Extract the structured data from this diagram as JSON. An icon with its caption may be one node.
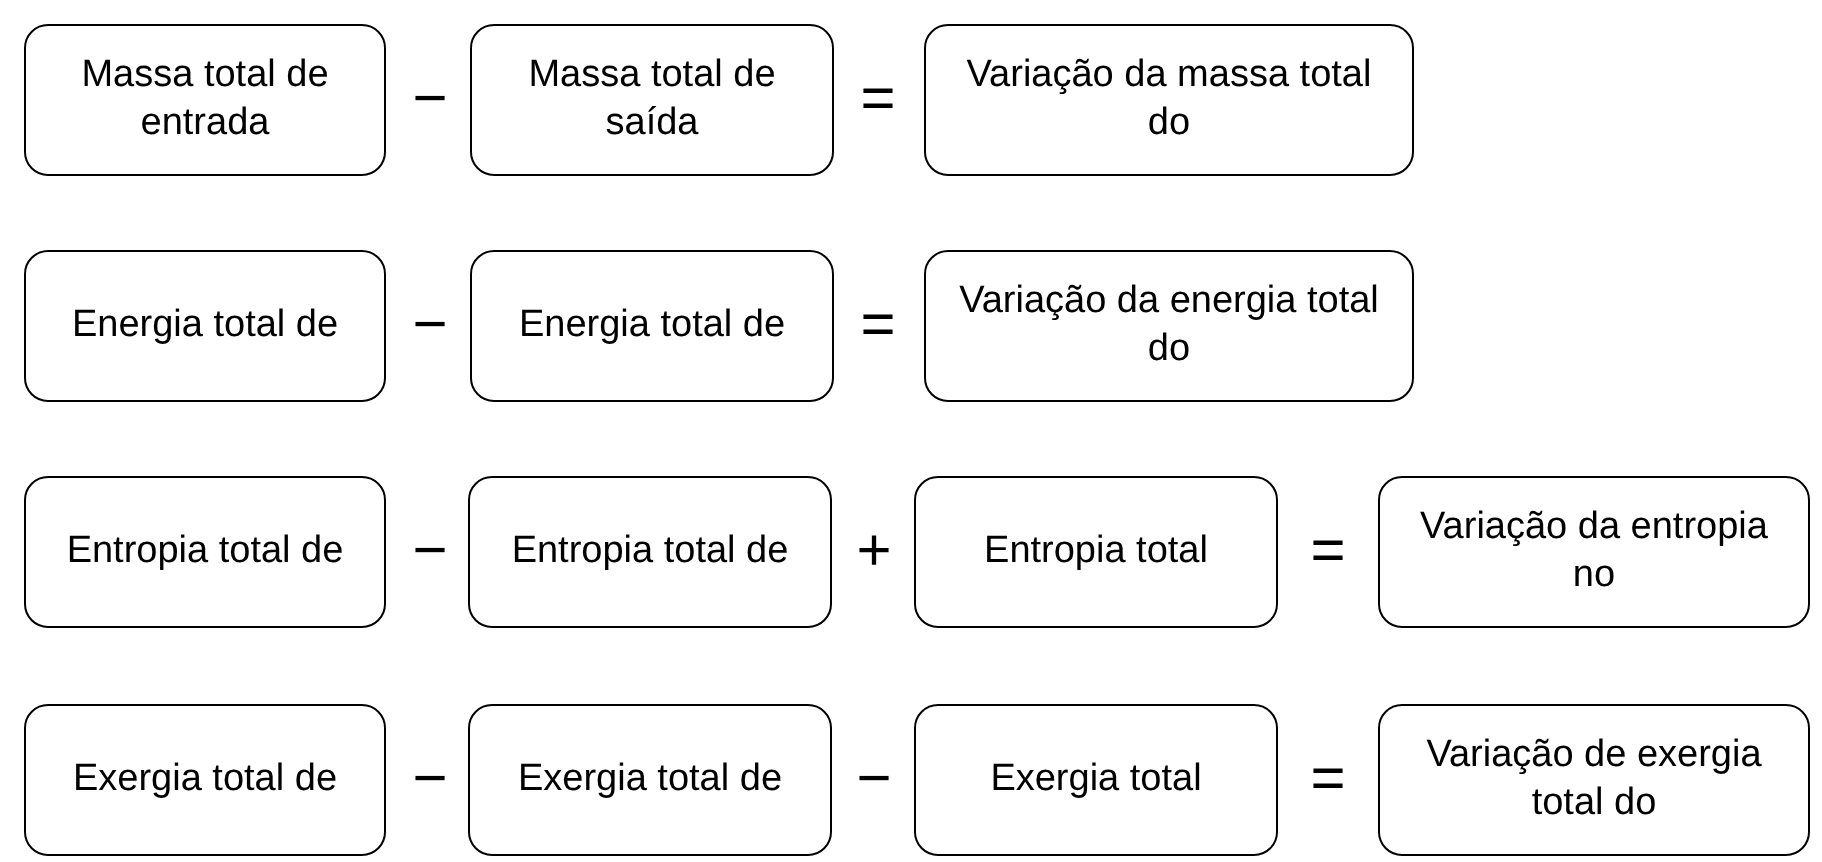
{
  "diagram": {
    "nodes": [
      {
        "text": [
          "Massa total de entrada"
        ]
      },
      {
        "text": [
          "Massa total de saída"
        ]
      },
      {
        "text": [
          "Variação da massa total do"
        ]
      },
      {
        "text": [
          "Energia total de"
        ]
      },
      {
        "text": [
          "Energia total de"
        ]
      },
      {
        "text": [
          "Variação da energia total do"
        ]
      },
      {
        "text": [
          "Entropia total de"
        ]
      },
      {
        "text": [
          "Entropia total de"
        ]
      },
      {
        "text": [
          "Entropia total"
        ]
      },
      {
        "text": [
          "Variação da entropia no"
        ]
      },
      {
        "text": [
          "Exergia total de"
        ]
      },
      {
        "text": [
          "Exergia total de"
        ]
      },
      {
        "text": [
          "Exergia total"
        ]
      },
      {
        "text": [
          "Variação de exergia total do"
        ]
      }
    ],
    "labels": [
      "−",
      "=",
      "−",
      "=",
      "−",
      "+",
      "=",
      "−",
      "−",
      "="
    ]
  }
}
